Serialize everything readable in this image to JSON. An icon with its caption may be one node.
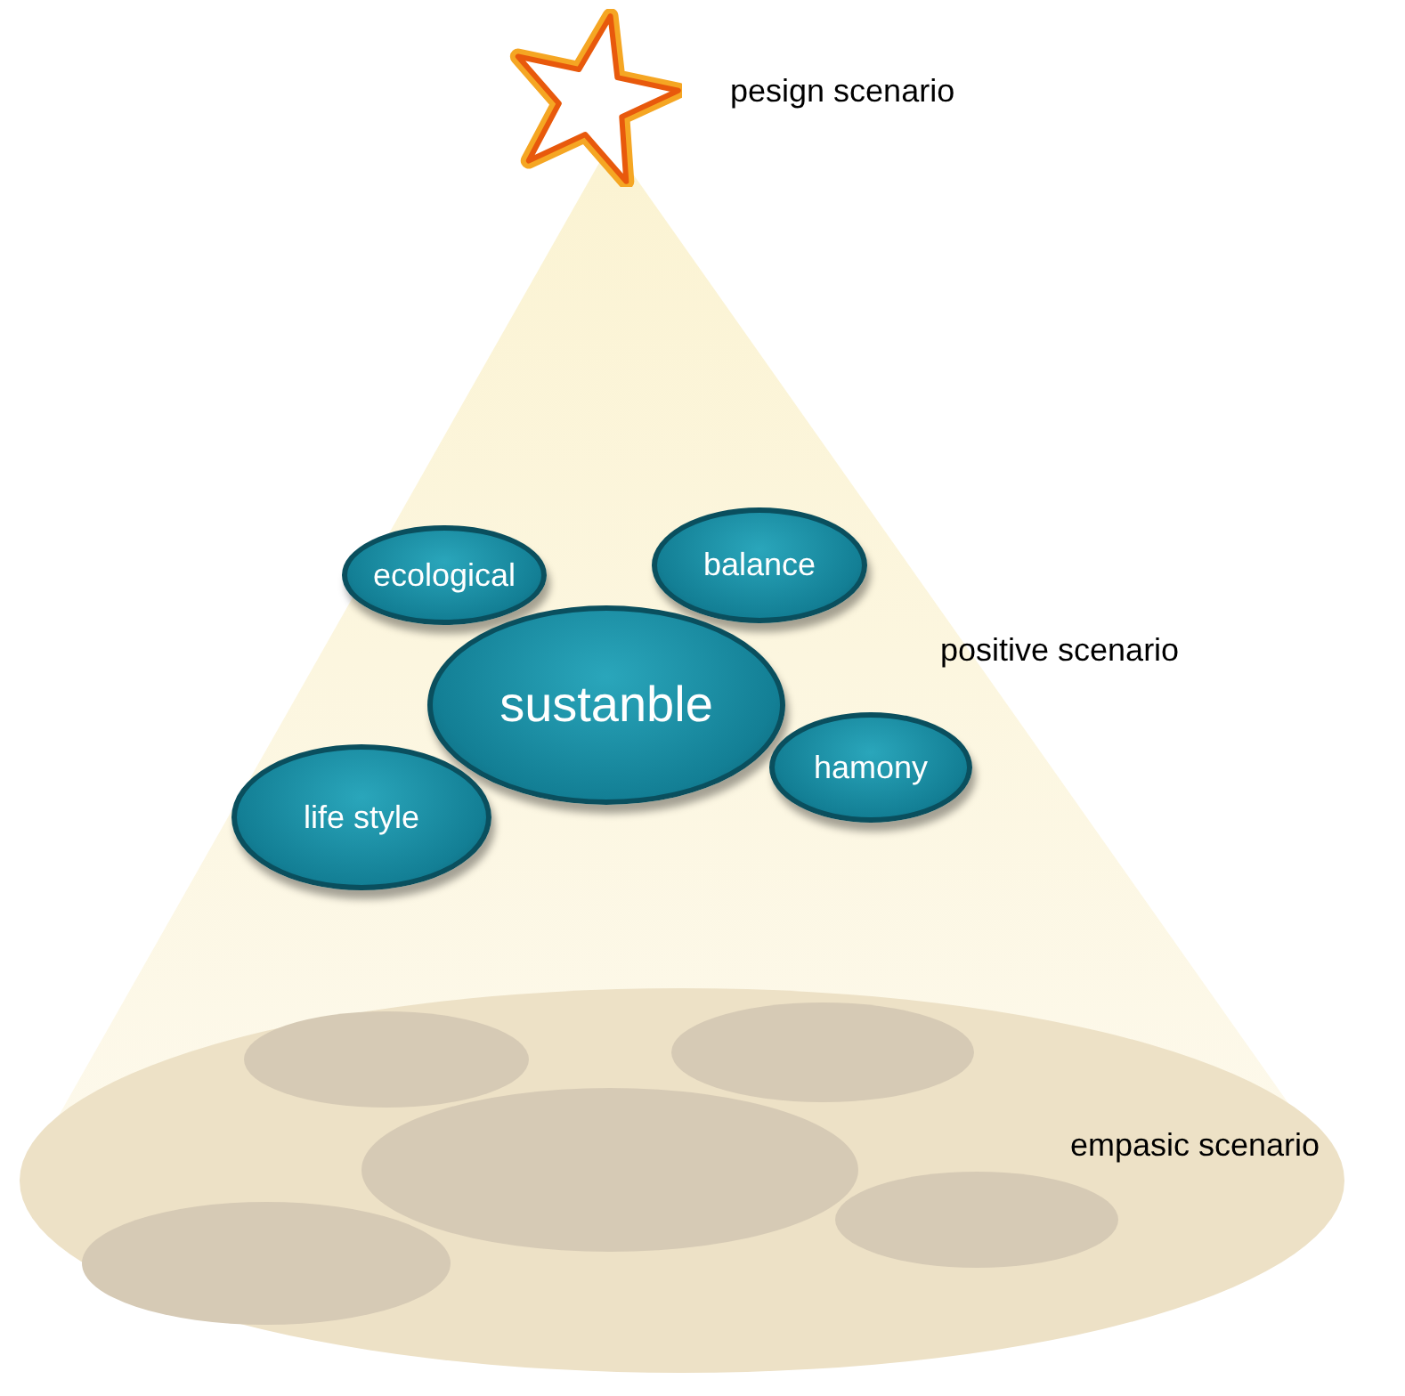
{
  "diagram": {
    "nodes": [
      {
        "text": [
          "ecological"
        ]
      },
      {
        "text": [
          "balance"
        ]
      },
      {
        "text": [
          "sustanble"
        ]
      },
      {
        "text": [
          "hamony"
        ]
      },
      {
        "text": [
          "life style"
        ]
      },
      {
        "text": [],
        "shape": "ellipse"
      },
      {
        "text": [],
        "shape": "ellipse",
        "in": 5
      },
      {
        "text": [],
        "shape": "ellipse",
        "in": 5
      },
      {
        "text": [],
        "shape": "ellipse",
        "in": 5
      },
      {
        "text": [],
        "shape": "ellipse",
        "in": 5
      },
      {
        "text": [],
        "shape": "ellipse",
        "in": 5
      }
    ],
    "labels": [
      "pesign scenario",
      "positive scenario",
      "empasic scenario"
    ]
  }
}
